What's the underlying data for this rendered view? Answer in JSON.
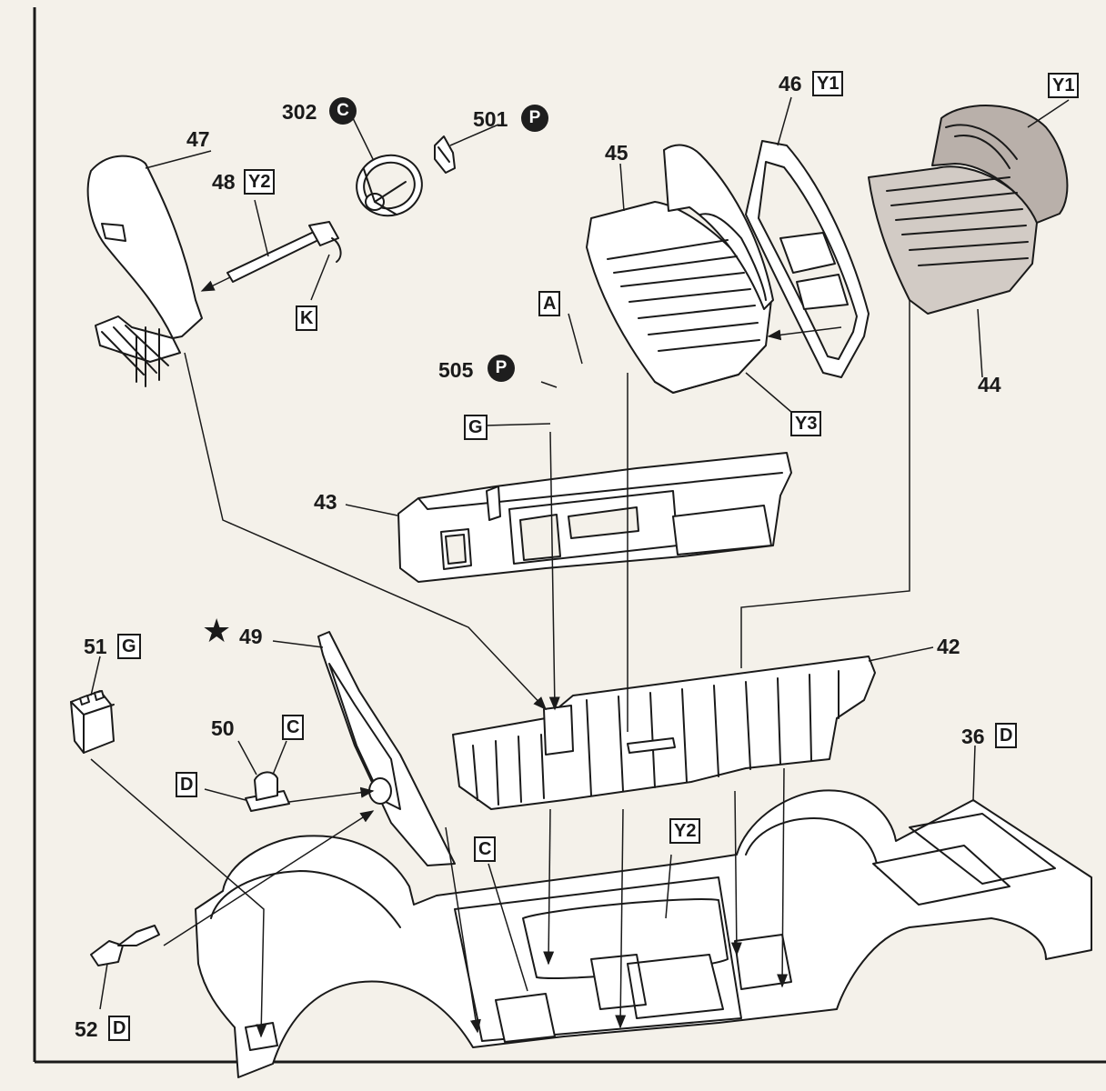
{
  "labels": {
    "p302": "302",
    "p501": "501",
    "p47": "47",
    "p48": "48",
    "k": "K",
    "p45": "45",
    "p46": "46",
    "a": "A",
    "p505": "505",
    "g": "G",
    "y3": "Y3",
    "p44": "44",
    "p43": "43",
    "p49": "49",
    "p42": "42",
    "p51": "51",
    "p51_code": "G",
    "p50": "50",
    "p50_code": "C",
    "d_left": "D",
    "p36": "36",
    "p36_code": "D",
    "c_floor": "C",
    "y2_floor": "Y2",
    "p52": "52",
    "p52_code": "D",
    "p48_code": "Y2",
    "p46_code": "Y1",
    "p44_code": "Y1",
    "p302_code": "C",
    "p501_code": "P",
    "p505_code": "P"
  },
  "colors": {
    "line": "#1a1a1a",
    "paper": "#f4f1ea",
    "part_fill": "#ffffff",
    "shaded_part": "#b9b0aa",
    "badge": "#1e1e1e"
  }
}
